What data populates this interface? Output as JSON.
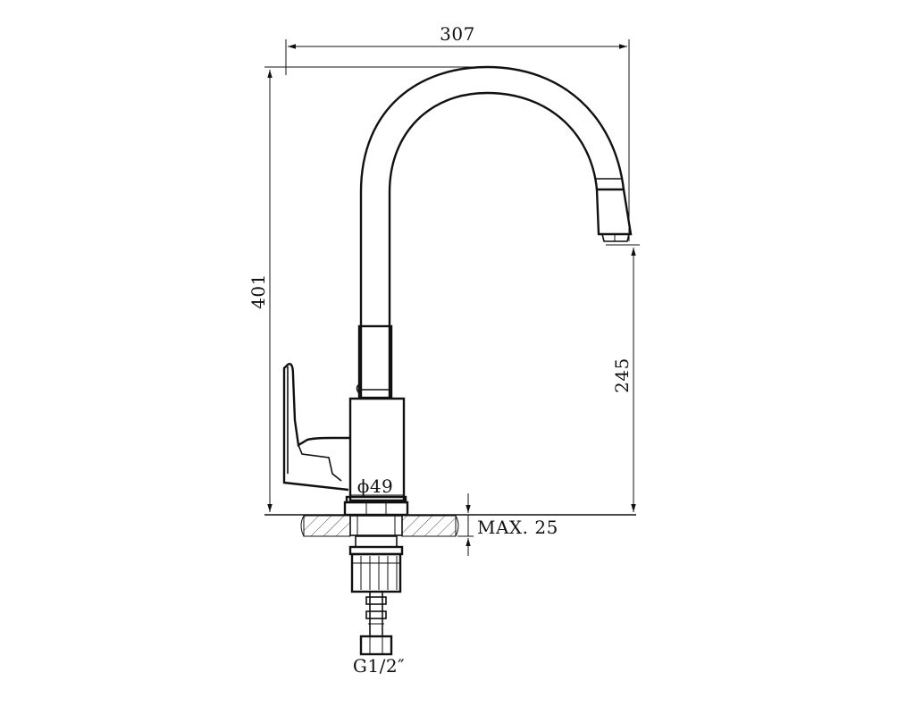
{
  "dimensions": {
    "width": "307",
    "height": "401",
    "spout_height": "245",
    "base_diameter": "ϕ49",
    "max_thickness": "MAX. 25",
    "thread": "G1/2″"
  },
  "colors": {
    "line": "#111111",
    "background": "#ffffff"
  }
}
